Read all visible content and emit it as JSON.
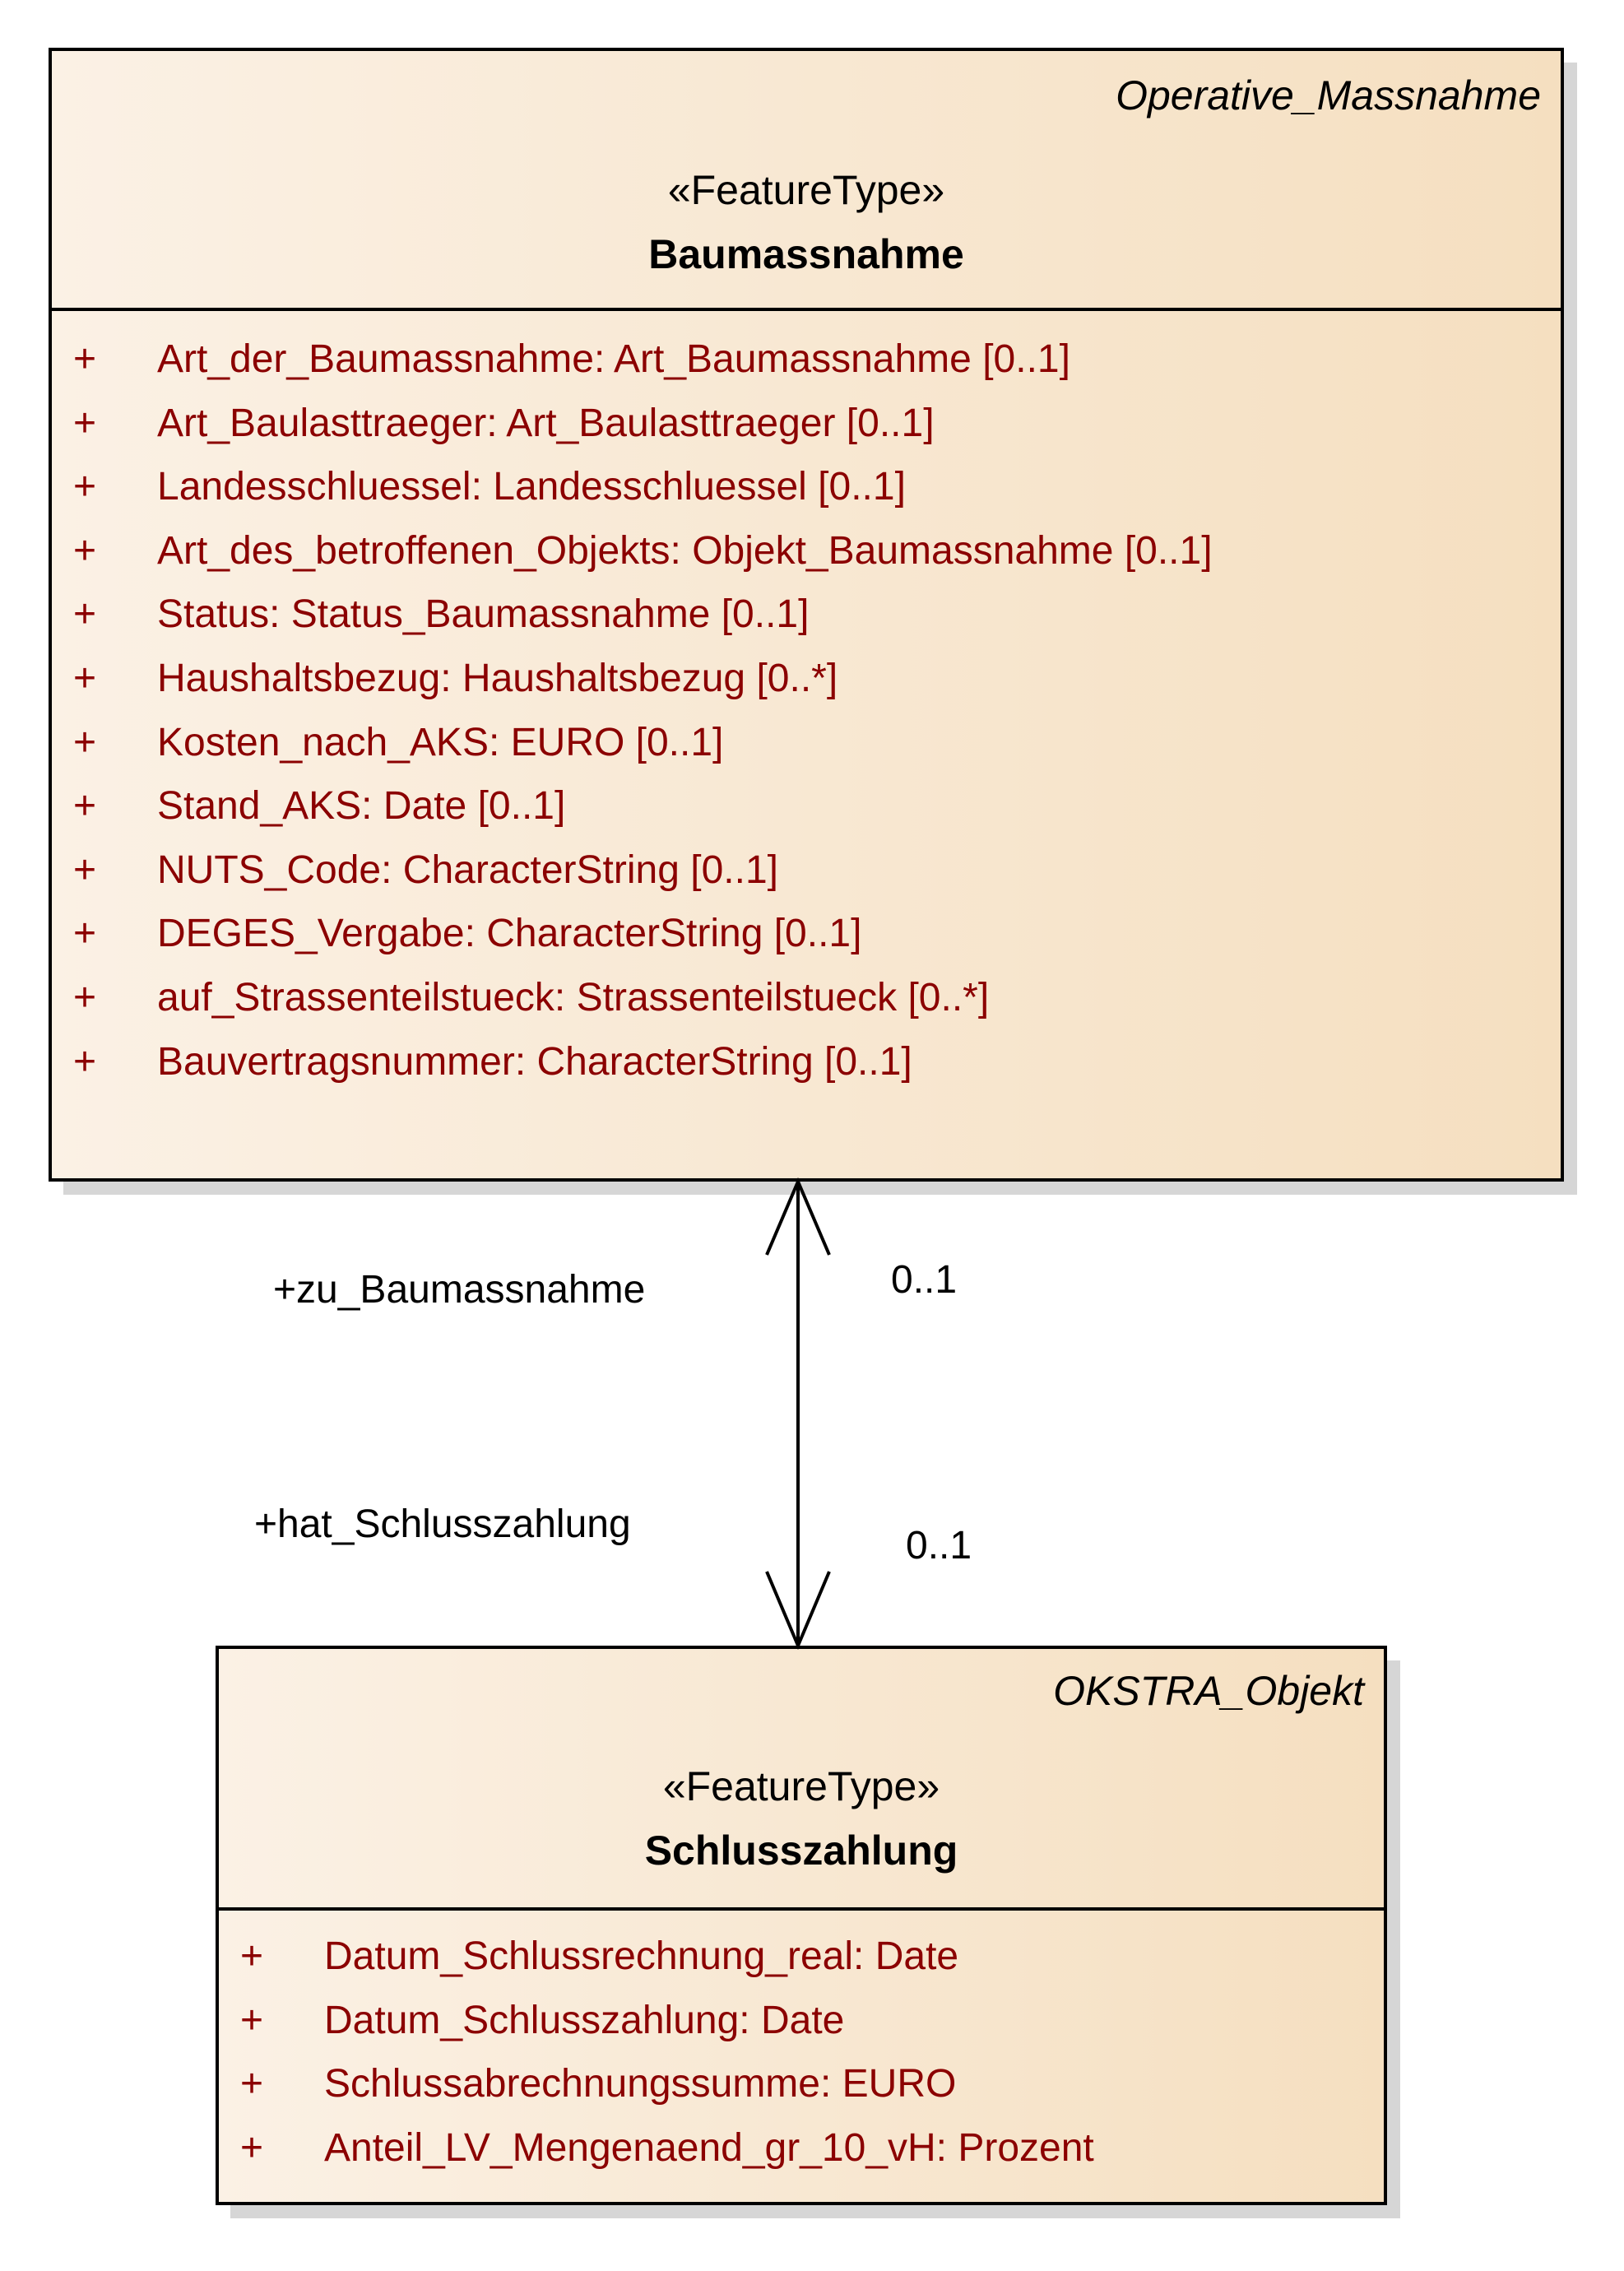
{
  "classes": {
    "baumassnahme": {
      "parent": "Operative_Massnahme",
      "stereotype": "«FeatureType»",
      "name": "Baumassnahme",
      "attributes": [
        {
          "visibility": "+",
          "text": "Art_der_Baumassnahme: Art_Baumassnahme [0..1]"
        },
        {
          "visibility": "+",
          "text": "Art_Baulasttraeger: Art_Baulasttraeger [0..1]"
        },
        {
          "visibility": "+",
          "text": "Landesschluessel: Landesschluessel [0..1]"
        },
        {
          "visibility": "+",
          "text": "Art_des_betroffenen_Objekts: Objekt_Baumassnahme [0..1]"
        },
        {
          "visibility": "+",
          "text": "Status: Status_Baumassnahme [0..1]"
        },
        {
          "visibility": "+",
          "text": "Haushaltsbezug: Haushaltsbezug [0..*]"
        },
        {
          "visibility": "+",
          "text": "Kosten_nach_AKS: EURO [0..1]"
        },
        {
          "visibility": "+",
          "text": "Stand_AKS: Date [0..1]"
        },
        {
          "visibility": "+",
          "text": "NUTS_Code: CharacterString [0..1]"
        },
        {
          "visibility": "+",
          "text": "DEGES_Vergabe: CharacterString [0..1]"
        },
        {
          "visibility": "+",
          "text": "auf_Strassenteilstueck: Strassenteilstueck [0..*]"
        },
        {
          "visibility": "+",
          "text": "Bauvertragsnummer: CharacterString [0..1]"
        }
      ]
    },
    "schlusszahlung": {
      "parent": "OKSTRA_Objekt",
      "stereotype": "«FeatureType»",
      "name": "Schlusszahlung",
      "attributes": [
        {
          "visibility": "+",
          "text": "Datum_Schlussrechnung_real: Date"
        },
        {
          "visibility": "+",
          "text": "Datum_Schlusszahlung: Date"
        },
        {
          "visibility": "+",
          "text": "Schlussabrechnungssumme: EURO"
        },
        {
          "visibility": "+",
          "text": "Anteil_LV_Mengenaend_gr_10_vH: Prozent"
        }
      ]
    }
  },
  "association": {
    "top_role": "+zu_Baumassnahme",
    "top_multiplicity": "0..1",
    "bottom_role": "+hat_Schlusszahlung",
    "bottom_multiplicity": "0..1"
  }
}
